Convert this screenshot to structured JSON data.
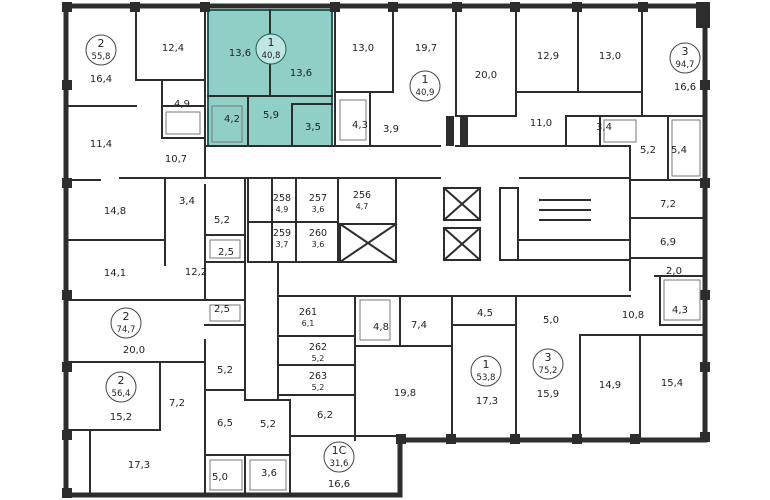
{
  "plan": {
    "selected_apartment": {
      "rooms": "1",
      "area": "40,8",
      "fill_color": "#8fcfc6",
      "outline_color": "#1f5f5a"
    },
    "apartment_badges": [
      {
        "id": "apt-2-55-8",
        "rooms": "2",
        "area": "55,8"
      },
      {
        "id": "apt-1-40-8",
        "rooms": "1",
        "area": "40,8"
      },
      {
        "id": "apt-1-40-9",
        "rooms": "1",
        "area": "40,9"
      },
      {
        "id": "apt-3-94-7",
        "rooms": "3",
        "area": "94,7"
      },
      {
        "id": "apt-2-74-7",
        "rooms": "2",
        "area": "74,7"
      },
      {
        "id": "apt-2-56-4",
        "rooms": "2",
        "area": "56,4"
      },
      {
        "id": "apt-1-53-8",
        "rooms": "1",
        "area": "53,8"
      },
      {
        "id": "apt-3-75-2",
        "rooms": "3",
        "area": "75,2"
      },
      {
        "id": "apt-1c-31-6",
        "rooms": "1С",
        "area": "31,6"
      }
    ],
    "storage_units": [
      {
        "id": "stor-258",
        "number": "258",
        "area": "4,9"
      },
      {
        "id": "stor-257",
        "number": "257",
        "area": "3,6"
      },
      {
        "id": "stor-256",
        "number": "256",
        "area": "4,7"
      },
      {
        "id": "stor-259",
        "number": "259",
        "area": "3,7"
      },
      {
        "id": "stor-260",
        "number": "260",
        "area": "3,6"
      },
      {
        "id": "stor-261",
        "number": "261",
        "area": "6,1"
      },
      {
        "id": "stor-262",
        "number": "262",
        "area": "5,2"
      },
      {
        "id": "stor-263",
        "number": "263",
        "area": "5,2"
      }
    ],
    "room_areas": [
      "16,4",
      "12,4",
      "4,9",
      "11,4",
      "10,7",
      "13,6",
      "13,6",
      "4,2",
      "5,9",
      "3,5",
      "13,0",
      "4,3",
      "3,9",
      "19,7",
      "20,0",
      "12,9",
      "11,0",
      "13,0",
      "3,4",
      "16,6",
      "5,2",
      "5,4",
      "7,2",
      "6,9",
      "2,0",
      "4,3",
      "10,8",
      "14,8",
      "3,4",
      "5,2",
      "2,5",
      "14,1",
      "12,2",
      "2,5",
      "20,0",
      "7,2",
      "15,2",
      "6,5",
      "5,2",
      "17,3",
      "5,0",
      "3,6",
      "5,2",
      "6,2",
      "16,6",
      "4,8",
      "7,4",
      "19,8",
      "4,5",
      "17,3",
      "5,0",
      "15,9",
      "14,9",
      "15,4"
    ]
  }
}
